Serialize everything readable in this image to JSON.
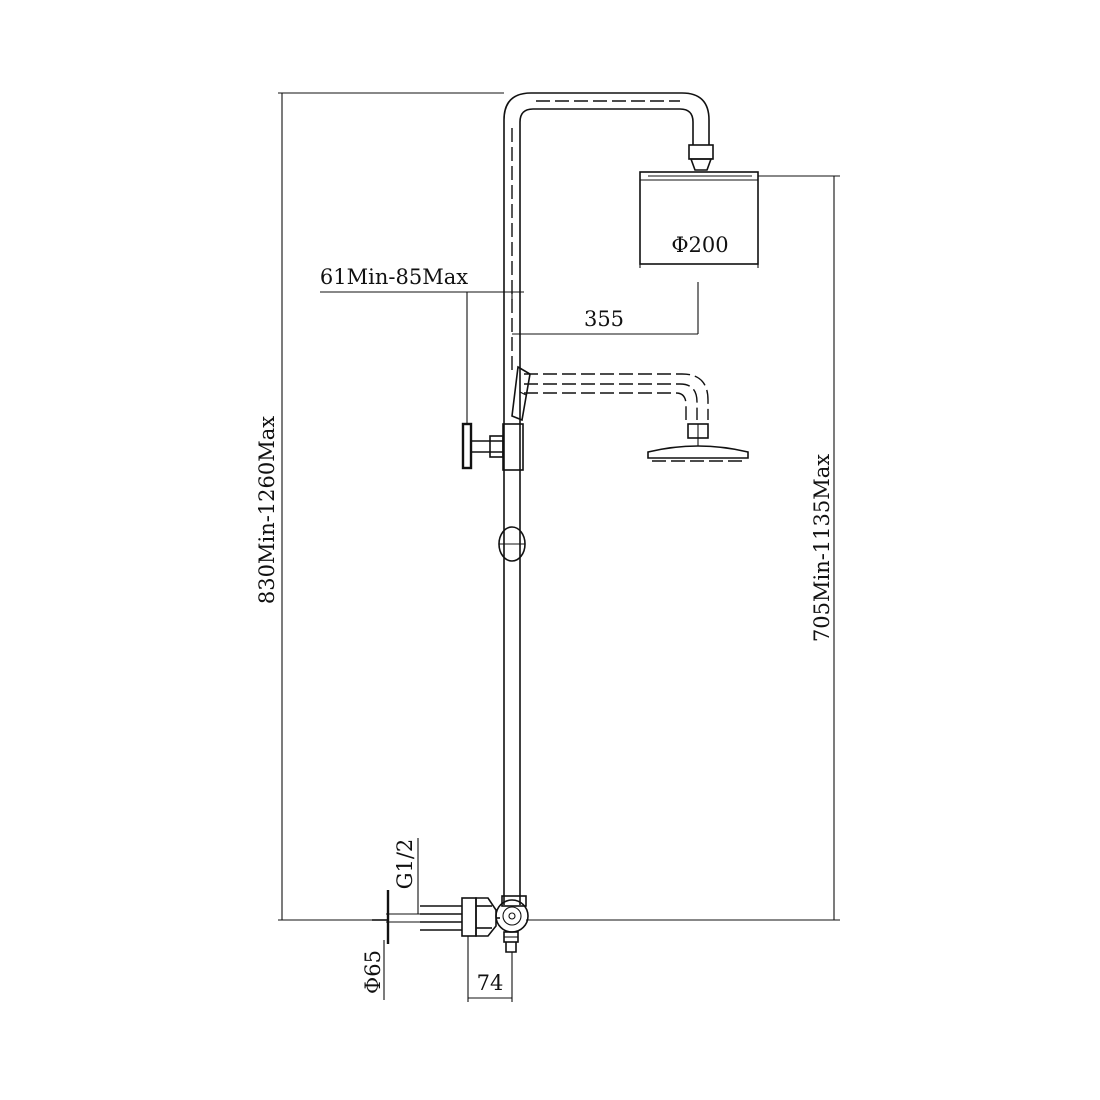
{
  "dimensions": {
    "total_height": "830Min-1260Max",
    "shower_height": "705Min-1135Max",
    "head_diameter": "Φ200",
    "arm_reach": "355",
    "bracket_depth": "61Min-85Max",
    "thread_size": "G1/2",
    "flange_diameter": "Φ65",
    "wall_offset": "74"
  }
}
